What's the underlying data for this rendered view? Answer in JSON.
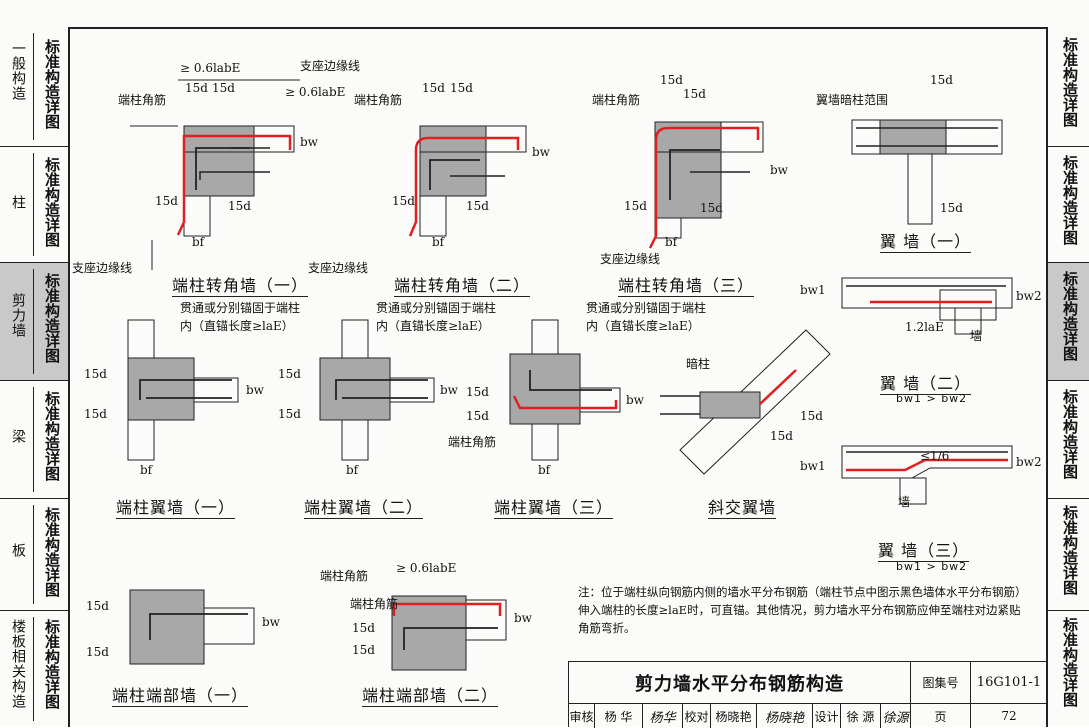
{
  "left_tabs": [
    {
      "section": "一般构造",
      "label": "标准构造详图",
      "active": false
    },
    {
      "section": "柱",
      "label": "标准构造详图",
      "active": false
    },
    {
      "section": "剪力墙",
      "label": "标准构造详图",
      "active": true
    },
    {
      "section": "梁",
      "label": "标准构造详图",
      "active": false
    },
    {
      "section": "板",
      "label": "标准构造详图",
      "active": false
    },
    {
      "section": "楼板相关构造",
      "label": "标准构造详图",
      "active": false
    }
  ],
  "right_tabs": [
    {
      "label": "标准构造详图",
      "active": false
    },
    {
      "label": "标准构造详图",
      "active": false
    },
    {
      "label": "标准构造详图",
      "active": true
    },
    {
      "label": "标准构造详图",
      "active": false
    },
    {
      "label": "标准构造详图",
      "active": false
    },
    {
      "label": "标准构造详图",
      "active": false
    }
  ],
  "captions": {
    "c1": "端柱转角墙（一）",
    "c2": "端柱转角墙（二）",
    "c3": "端柱转角墙（三）",
    "c4": "翼 墙（一）",
    "c5": "端柱翼墙（一）",
    "c6": "端柱翼墙（二）",
    "c7": "端柱翼墙（三）",
    "c8": "斜交翼墙",
    "c9": "翼 墙（二）",
    "c9sub": "bw1 > bw2",
    "c10": "翼 墙（三）",
    "c10sub": "bw1 > bw2",
    "c11": "端柱端部墙（一）",
    "c12": "端柱端部墙（二）"
  },
  "labels": {
    "corner_bar": "端柱角筋",
    "support_edge": "支座边缘线",
    "la06": "≥ 0.6labE",
    "d15": "15d",
    "bf": "bf",
    "bw": "bw",
    "bw1": "bw1",
    "bw2": "bw2",
    "through_anchor_1": "贯通或分别锚固于端柱",
    "through_anchor_2": "内（直锚长度≥laE）",
    "hidden_col": "暗柱",
    "wing_hidden_range": "翼墙暗柱范围",
    "wall": "墙",
    "la12": "1.2laE",
    "slope": "≤1/6"
  },
  "note": "注：位于端柱纵向钢筋内侧的墙水平分布钢筋（端柱节点中图示黑色墙体水平分布钢筋）伸入端柱的长度≥laE时，可直锚。其他情况，剪力墙水平分布钢筋应伸至端柱对边紧贴角筋弯折。",
  "title_block": {
    "title": "剪力墙水平分布钢筋构造",
    "atlas_label": "图集号",
    "atlas_no": "16G101-1",
    "review_label": "审核",
    "reviewer": "杨 华",
    "reviewer_sig": "杨华",
    "check_label": "校对",
    "checker": "杨晓艳",
    "checker_sig": "杨晓艳",
    "design_label": "设计",
    "designer": "徐 源",
    "designer_sig": "徐源",
    "page_label": "页",
    "page_no": "72"
  },
  "colors": {
    "red_bar": "#e02020",
    "column_fill": "#a8a8a8",
    "tab_active": "#c9c9c9"
  }
}
